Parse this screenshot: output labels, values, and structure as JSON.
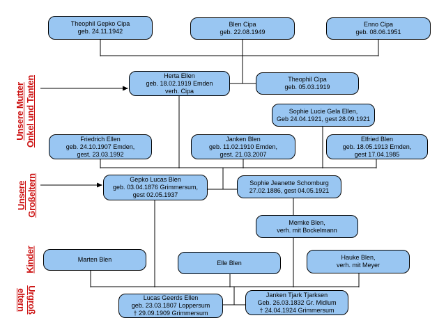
{
  "diagram": {
    "background": "#ffffff",
    "box_fill": "#99c6f2",
    "box_border": "#000000",
    "line_color": "#000000",
    "label_color": "#cc1111"
  },
  "side_labels": {
    "mutter": {
      "text": "Unsere Mutter\nOnkel und Tanten"
    },
    "grosseltern": {
      "text": "Unsere\nGroßeltern"
    },
    "kinder": {
      "text": "Kinder"
    },
    "urgrosseltern": {
      "text": "Urgroß\neltern"
    }
  },
  "nodes": {
    "theophil_gepko": {
      "text": "Theophil Gepko Cipa\ngeb. 24.11.1942"
    },
    "blen_cipa": {
      "text": "Blen Cipa\ngeb. 22.08.1949"
    },
    "enno_cipa": {
      "text": "Enno Cipa\ngeb. 08.06.1951"
    },
    "herta": {
      "text": "Herta Ellen\ngeb. 18.02.1919 Emden\nverh. Cipa"
    },
    "theophil_cipa": {
      "text": "Theophil Cipa\ngeb. 05.03.1919"
    },
    "sophie_lucie": {
      "text": "Sophie Lucie Gela Ellen,\nGeb 24.04.1921, gest 28.09.1921"
    },
    "friedrich": {
      "text": "Friedrich Ellen\ngeb. 24.10.1907 Emden,\ngest. 23.03.1992"
    },
    "janken_blen": {
      "text": "Janken Blen\ngeb. 11.02.1910 Emden,\ngest. 21.03.2007"
    },
    "elfried": {
      "text": "Elfried Blen\ngeb. 18.05.1913 Emden,\ngest 17.04.1985"
    },
    "gepko_lucas": {
      "text": "Gepko Lucas Blen\ngeb. 03.04.1876 Grimmersum,\ngest 02.05.1937"
    },
    "sophie_jeanette": {
      "text": "Sophie Jeanette Schomburg\n27.02.1886, gest 04.05.1921"
    },
    "memke": {
      "text": "Memke Blen,\nverh. mit Bockelmann"
    },
    "marten": {
      "text": "Marten Blen"
    },
    "elle": {
      "text": "Elle Blen"
    },
    "hauke": {
      "text": "Hauke Blen,\nverh. mit Meyer"
    },
    "lucas_geerds": {
      "text": "Lucas Geerds Ellen\ngeb. 23.03.1807 Loppersum\n† 29.09.1909 Grimmersum"
    },
    "janken_tjark": {
      "text": "Janken Tjark Tjarksen\nGeb. 26.03.1832 Gr. Midlum\n† 24.04.1924 Grimmersum"
    }
  }
}
